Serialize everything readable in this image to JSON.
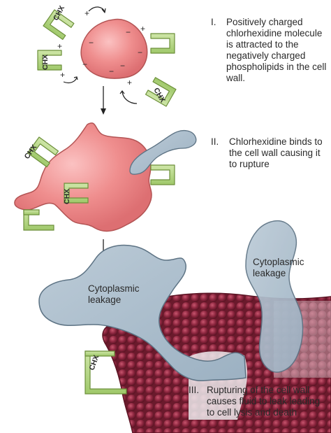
{
  "labels": {
    "chx": "CHX",
    "plus": "+",
    "minus": "−"
  },
  "steps": [
    {
      "num": "I.",
      "text": "Positively charged chlorhexidine molecule is attracted to the negatively charged phospholipids in the cell wall."
    },
    {
      "num": "II.",
      "text": "Chlorhexidine binds to the cell wall causing it to rupture"
    },
    {
      "num": "III.",
      "text": "Rupturing of the cell wall causes fluid to leak leading to cell lysis and death"
    }
  ],
  "leakage_left": "Cytoplasmic\nleakage",
  "leakage_right": "Cytoplasmic\nleakage",
  "colors": {
    "cell_fill": "#ef8e8e",
    "cell_stroke": "#b35454",
    "chx_fill": "#b9d98a",
    "chx_stroke": "#6c8f3a",
    "cytoplasm_fill": "#a9bdcc",
    "cytoplasm_stroke": "#5d7384",
    "cell_mass": "#8a2338",
    "text": "#2a2a2a"
  }
}
